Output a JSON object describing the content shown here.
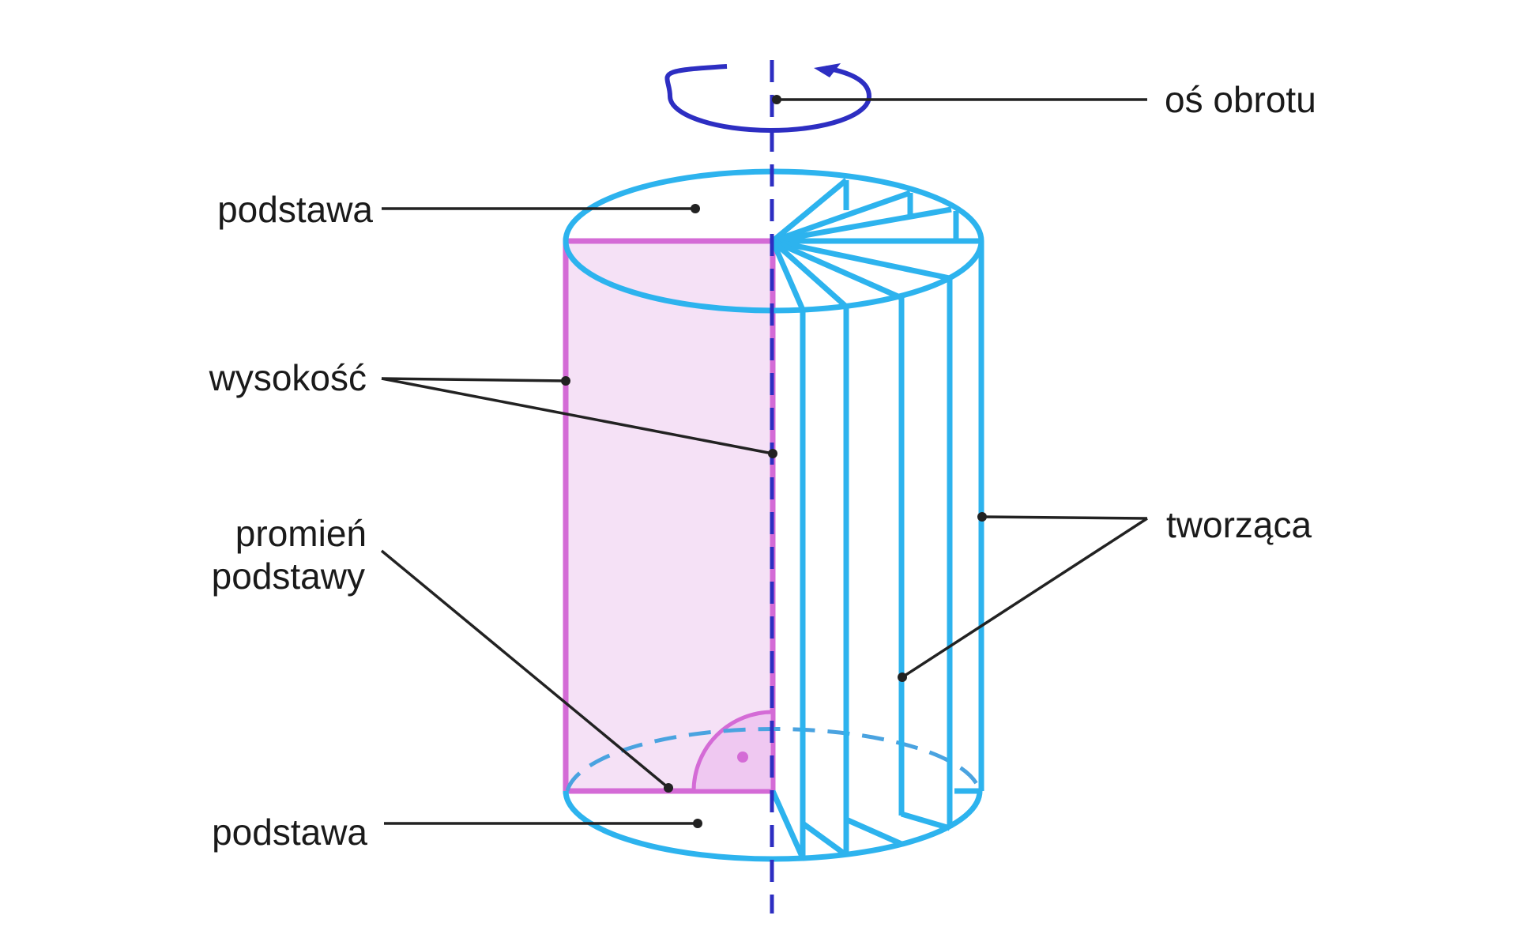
{
  "labels": {
    "axis": "oś obrotu",
    "top_base": "podstawa",
    "height": "wysokość",
    "radius_line1": "promień",
    "radius_line2": "podstawy",
    "bottom_base": "podstawa",
    "generatrix": "tworząca"
  },
  "colors": {
    "cylinder": "#2db3ee",
    "rectangle_stroke": "#d46bd6",
    "rectangle_fill": "#f5e1f6",
    "right_angle_fill": "#efc8f1",
    "axis": "#2d2ec2",
    "leader": "#222222"
  }
}
